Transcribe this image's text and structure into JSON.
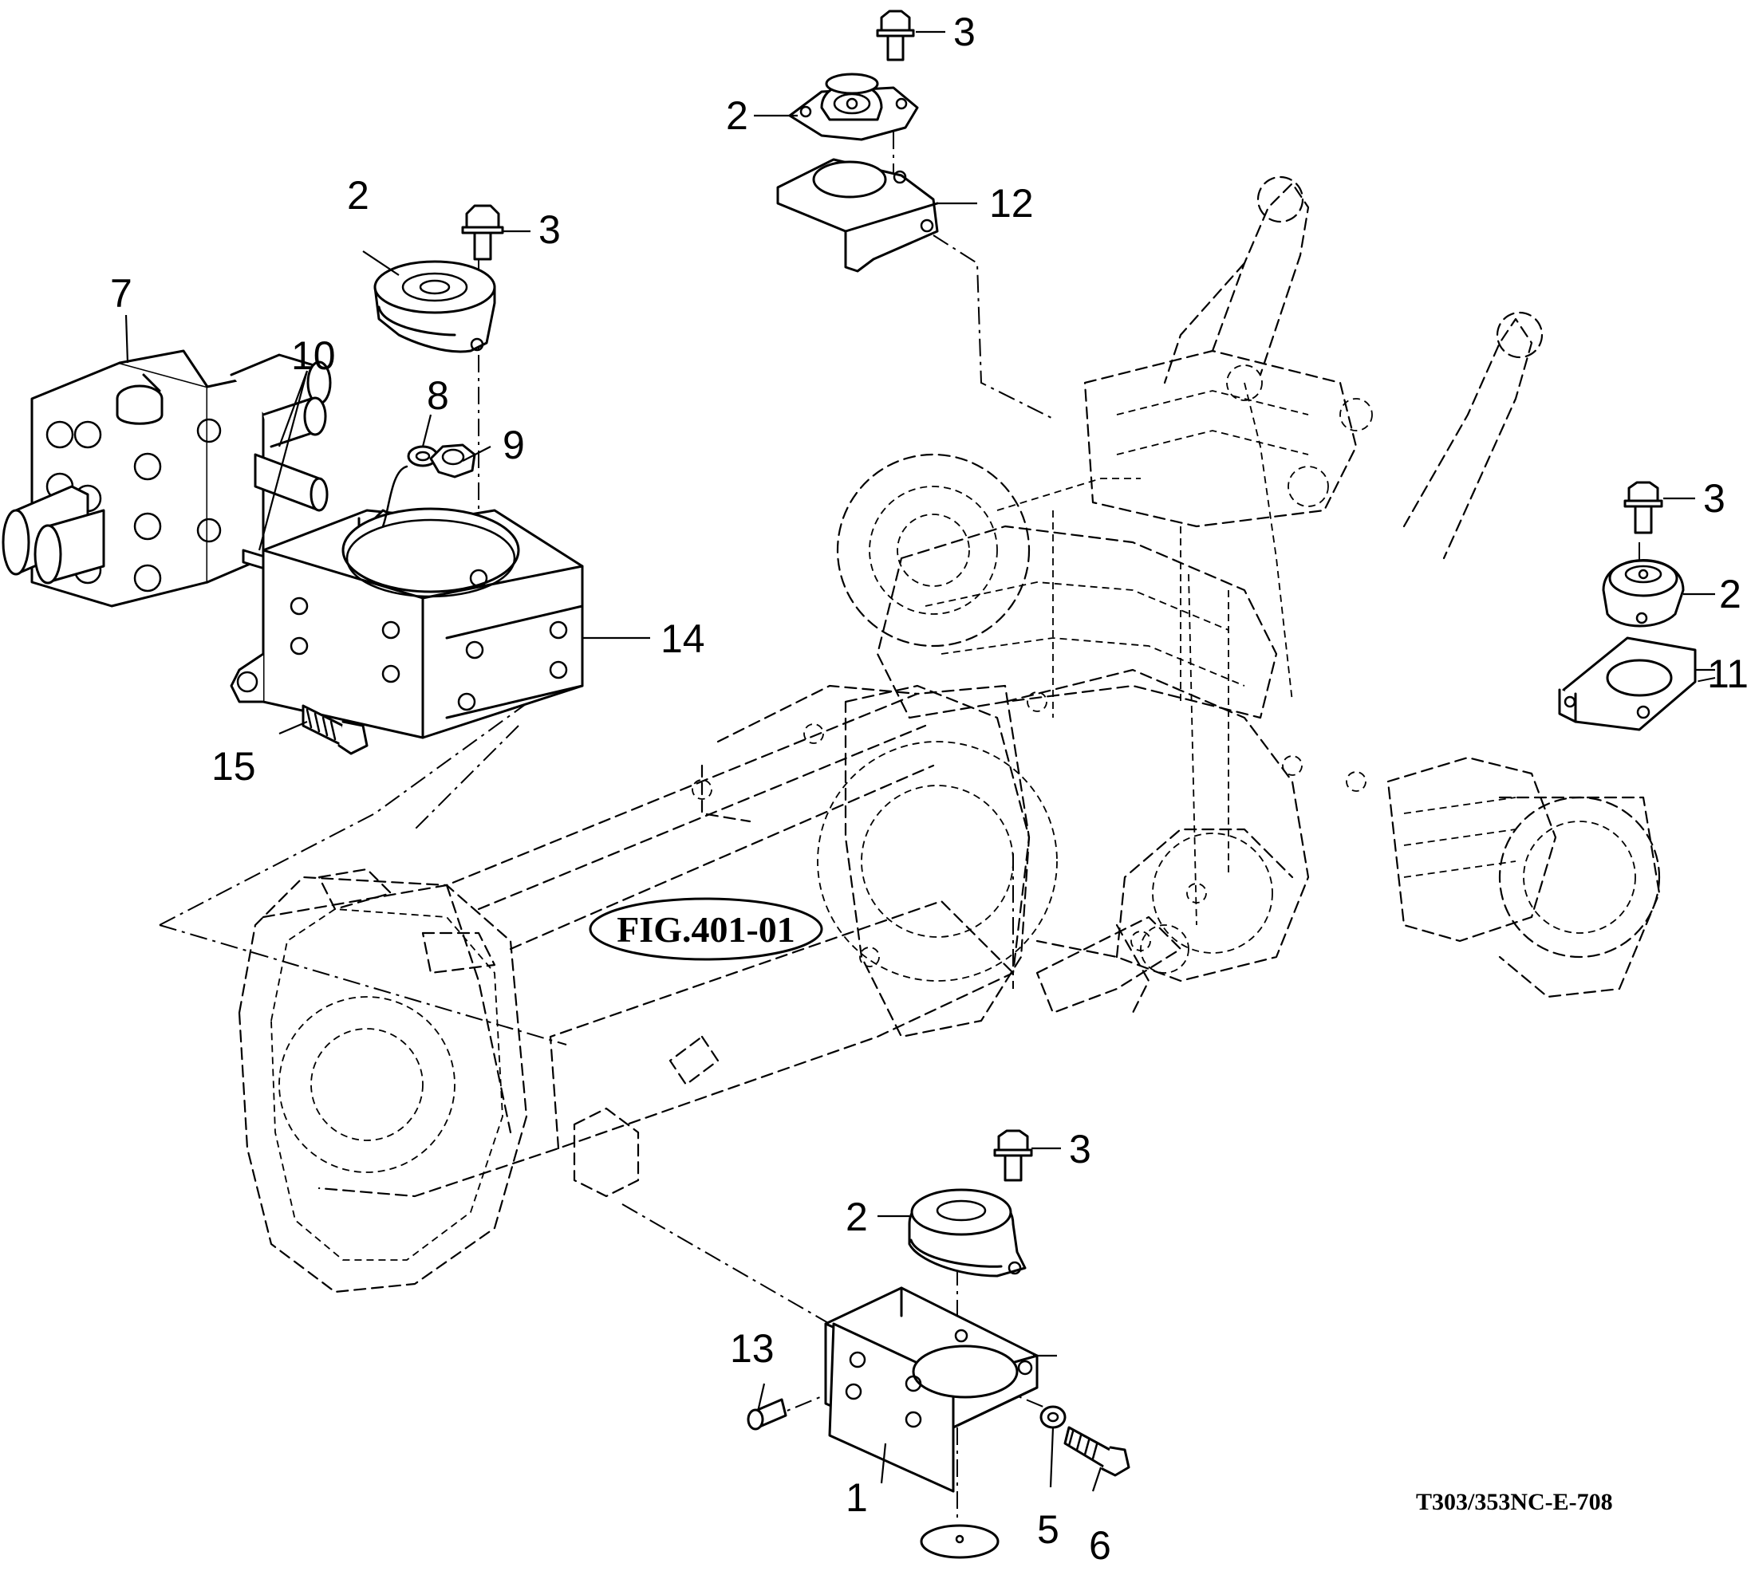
{
  "figure_reference": "FIG.401-01",
  "drawing_code": "T303/353NC-E-708",
  "callouts": {
    "c1": "1",
    "c2a": "2",
    "c2b": "2",
    "c2c": "2",
    "c2d": "2",
    "c3a": "3",
    "c3b": "3",
    "c3c": "3",
    "c3d": "3",
    "c5": "5",
    "c6": "6",
    "c7": "7",
    "c8": "8",
    "c9": "9",
    "c10": "10",
    "c11": "11",
    "c12": "12",
    "c13": "13",
    "c14": "14",
    "c15": "15"
  }
}
